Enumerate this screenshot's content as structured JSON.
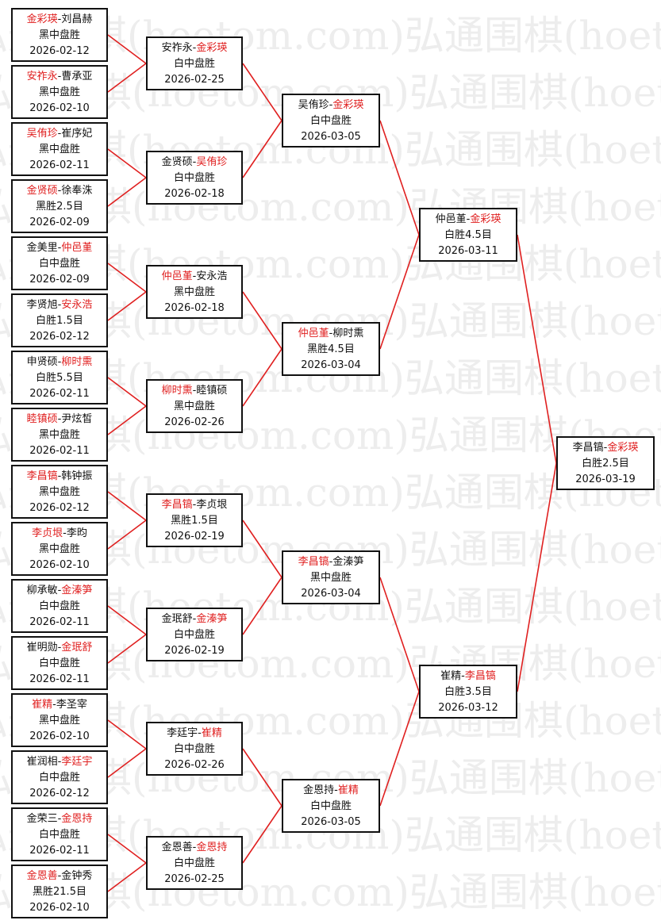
{
  "watermark": "弘通围棋(hoetom.com)弘通围棋(hoetom.com)弘通围棋(hoetom.com)",
  "colors": {
    "winner": "#e02020",
    "line": "#e02020",
    "border": "#111111"
  },
  "rounds": [
    {
      "round": 1,
      "matches": [
        {
          "p1": "金彩瑛",
          "p2": "刘昌赫",
          "winner": 1,
          "result": "黑中盘胜",
          "date": "2026-02-12"
        },
        {
          "p1": "安祚永",
          "p2": "曹承亚",
          "winner": 1,
          "result": "黑中盘胜",
          "date": "2026-02-10"
        },
        {
          "p1": "吴侑珍",
          "p2": "崔序妃",
          "winner": 1,
          "result": "黑中盘胜",
          "date": "2026-02-11"
        },
        {
          "p1": "金贤硕",
          "p2": "徐奉洙",
          "winner": 1,
          "result": "黑胜2.5目",
          "date": "2026-02-09"
        },
        {
          "p1": "金美里",
          "p2": "仲邑堇",
          "winner": 2,
          "result": "白中盘胜",
          "date": "2026-02-09"
        },
        {
          "p1": "李贤旭",
          "p2": "安永浩",
          "winner": 2,
          "result": "白胜1.5目",
          "date": "2026-02-12"
        },
        {
          "p1": "申贤硕",
          "p2": "柳时熏",
          "winner": 2,
          "result": "白胜5.5目",
          "date": "2026-02-11"
        },
        {
          "p1": "睦镇硕",
          "p2": "尹炫皙",
          "winner": 1,
          "result": "黑中盘胜",
          "date": "2026-02-11"
        },
        {
          "p1": "李昌镐",
          "p2": "韩钟振",
          "winner": 1,
          "result": "黑中盘胜",
          "date": "2026-02-12"
        },
        {
          "p1": "李贞垠",
          "p2": "李昀",
          "winner": 1,
          "result": "黑中盘胜",
          "date": "2026-02-10"
        },
        {
          "p1": "柳承敏",
          "p2": "金溱笋",
          "winner": 2,
          "result": "白中盘胜",
          "date": "2026-02-11"
        },
        {
          "p1": "崔明勋",
          "p2": "金珉舒",
          "winner": 2,
          "result": "白中盘胜",
          "date": "2026-02-11"
        },
        {
          "p1": "崔精",
          "p2": "李圣宰",
          "winner": 1,
          "result": "黑中盘胜",
          "date": "2026-02-10"
        },
        {
          "p1": "崔润相",
          "p2": "李廷宇",
          "winner": 2,
          "result": "白中盘胜",
          "date": "2026-02-12"
        },
        {
          "p1": "金荣三",
          "p2": "金恩持",
          "winner": 2,
          "result": "白中盘胜",
          "date": "2026-02-11"
        },
        {
          "p1": "金恩善",
          "p2": "金钟秀",
          "winner": 1,
          "result": "黑胜21.5目",
          "date": "2026-02-10"
        }
      ]
    },
    {
      "round": 2,
      "matches": [
        {
          "p1": "安祚永",
          "p2": "金彩瑛",
          "winner": 2,
          "result": "白中盘胜",
          "date": "2026-02-25"
        },
        {
          "p1": "金贤硕",
          "p2": "吴侑珍",
          "winner": 2,
          "result": "白中盘胜",
          "date": "2026-02-18"
        },
        {
          "p1": "仲邑堇",
          "p2": "安永浩",
          "winner": 1,
          "result": "黑中盘胜",
          "date": "2026-02-18"
        },
        {
          "p1": "柳时熏",
          "p2": "睦镇硕",
          "winner": 1,
          "result": "黑中盘胜",
          "date": "2026-02-26"
        },
        {
          "p1": "李昌镐",
          "p2": "李贞垠",
          "winner": 1,
          "result": "黑胜1.5目",
          "date": "2026-02-19"
        },
        {
          "p1": "金珉舒",
          "p2": "金溱笋",
          "winner": 2,
          "result": "白中盘胜",
          "date": "2026-02-19"
        },
        {
          "p1": "李廷宇",
          "p2": "崔精",
          "winner": 2,
          "result": "白中盘胜",
          "date": "2026-02-26"
        },
        {
          "p1": "金恩善",
          "p2": "金恩持",
          "winner": 2,
          "result": "白中盘胜",
          "date": "2026-02-25"
        }
      ]
    },
    {
      "round": 3,
      "matches": [
        {
          "p1": "吴侑珍",
          "p2": "金彩瑛",
          "winner": 2,
          "result": "白中盘胜",
          "date": "2026-03-05"
        },
        {
          "p1": "仲邑堇",
          "p2": "柳时熏",
          "winner": 1,
          "result": "黑胜4.5目",
          "date": "2026-03-04"
        },
        {
          "p1": "李昌镐",
          "p2": "金溱笋",
          "winner": 1,
          "result": "黑中盘胜",
          "date": "2026-03-04"
        },
        {
          "p1": "金恩持",
          "p2": "崔精",
          "winner": 2,
          "result": "白中盘胜",
          "date": "2026-03-05"
        }
      ]
    },
    {
      "round": 4,
      "matches": [
        {
          "p1": "仲邑堇",
          "p2": "金彩瑛",
          "winner": 2,
          "result": "白胜4.5目",
          "date": "2026-03-11"
        },
        {
          "p1": "崔精",
          "p2": "李昌镐",
          "winner": 2,
          "result": "白胜3.5目",
          "date": "2026-03-12"
        }
      ]
    },
    {
      "round": 5,
      "matches": [
        {
          "p1": "李昌镐",
          "p2": "金彩瑛",
          "winner": 2,
          "result": "白胜2.5目",
          "date": "2026-03-19"
        }
      ]
    }
  ]
}
